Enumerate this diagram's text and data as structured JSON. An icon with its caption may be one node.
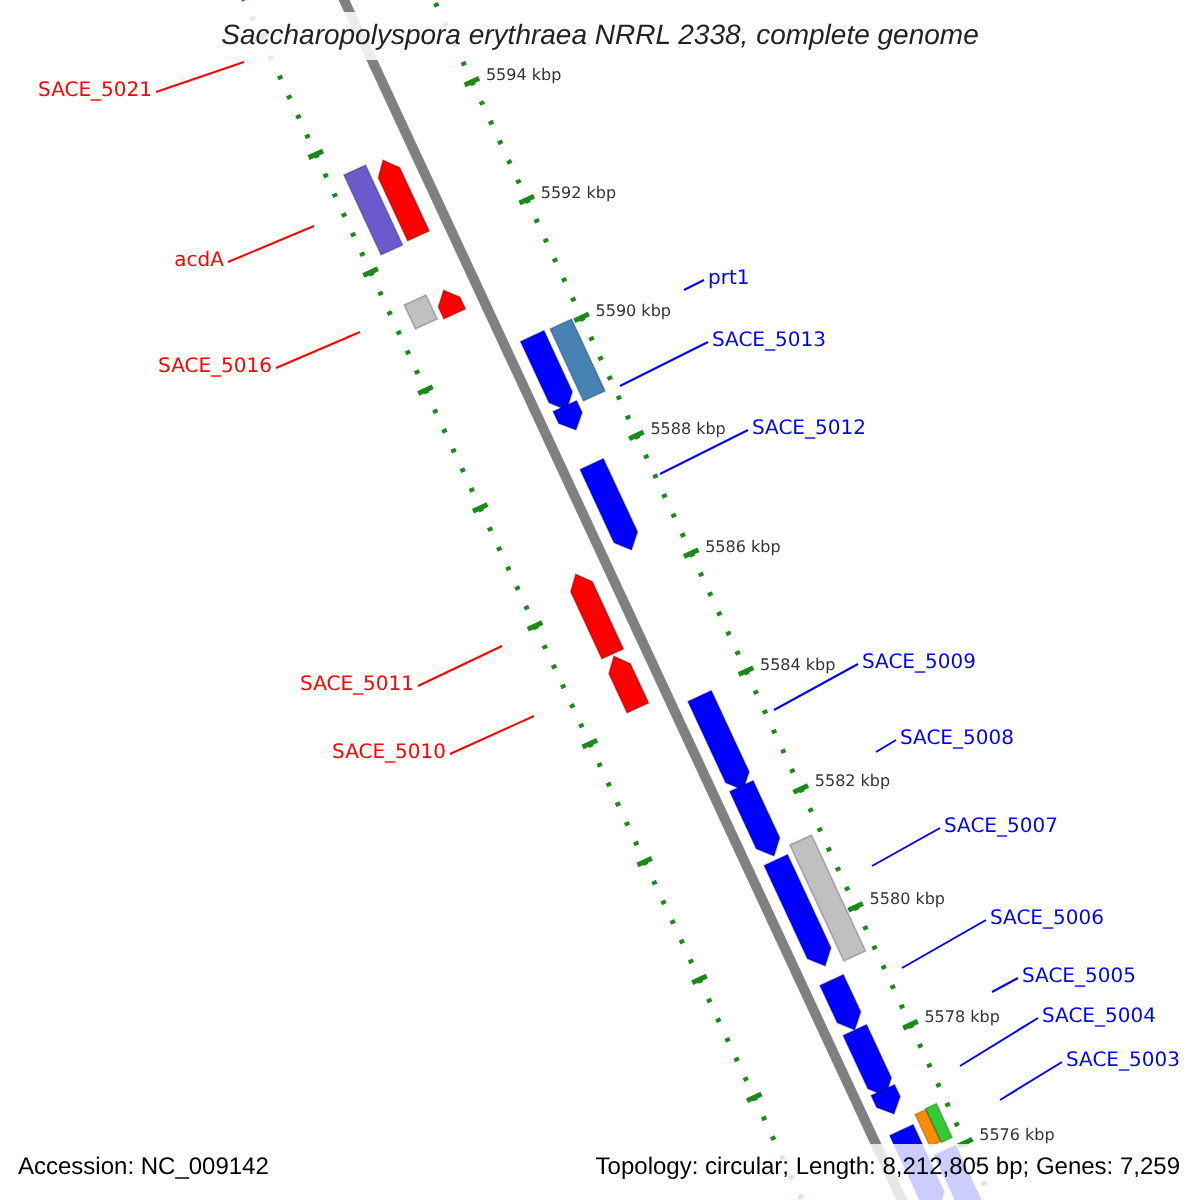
{
  "diagram": {
    "title": "Saccharopolyspora erythraea NRRL 2338, complete genome",
    "nodes": [
      {
        "text": [
          "SACE_5021"
        ]
      },
      {
        "text": [
          "acdA"
        ]
      },
      {
        "text": [
          "prt1"
        ]
      },
      {
        "text": [
          "SACE_5013"
        ]
      },
      {
        "text": [
          "SACE_5016"
        ]
      },
      {
        "text": [
          "SACE_5012"
        ]
      },
      {
        "text": [
          "SACE_5009"
        ]
      },
      {
        "text": [
          "SACE_5011"
        ]
      },
      {
        "text": [
          "SACE_5008"
        ]
      },
      {
        "text": [
          "SACE_5010"
        ]
      },
      {
        "text": [
          "SACE_5007"
        ]
      },
      {
        "text": [
          "SACE_5006"
        ]
      },
      {
        "text": [
          "SACE_5005"
        ]
      },
      {
        "text": [
          "SACE_5004"
        ]
      },
      {
        "text": [
          "SACE_5003"
        ]
      }
    ],
    "edges": [
      {
        "from": 0,
        "to": null,
        "arrow": "none",
        "color": "#ff0000"
      },
      {
        "from": 1,
        "to": null,
        "arrow": "none",
        "color": "#ff0000"
      },
      {
        "from": 2,
        "to": null,
        "arrow": "none"
      },
      {
        "from": 3,
        "to": null,
        "arrow": "none"
      },
      {
        "from": 4,
        "to": null,
        "arrow": "none",
        "color": "#ff0000"
      },
      {
        "from": 5,
        "to": null,
        "arrow": "none"
      },
      {
        "from": 6,
        "to": null,
        "arrow": "none"
      },
      {
        "from": 7,
        "to": null,
        "arrow": "none",
        "color": "#ff0000"
      },
      {
        "from": 8,
        "to": null,
        "arrow": "none"
      },
      {
        "from": 9,
        "to": null,
        "arrow": "none",
        "color": "#ff0000"
      },
      {
        "from": 10,
        "to": null,
        "arrow": "none"
      },
      {
        "from": 11,
        "to": null,
        "arrow": "none"
      },
      {
        "from": 12,
        "to": null,
        "arrow": "none"
      },
      {
        "from": 13,
        "to": null,
        "arrow": "none"
      },
      {
        "from": 14,
        "to": null,
        "arrow": "none"
      }
    ],
    "labels": [
      "5594 kbp",
      "5592 kbp",
      "5590 kbp",
      "5588 kbp",
      "5586 kbp",
      "5584 kbp",
      "5582 kbp",
      "5580 kbp",
      "5578 kbp",
      "5576 kbp",
      "Accession: NC_009142",
      "Topology: circular; Length: 8,212,805 bp; Genes: 7,259"
    ]
  }
}
